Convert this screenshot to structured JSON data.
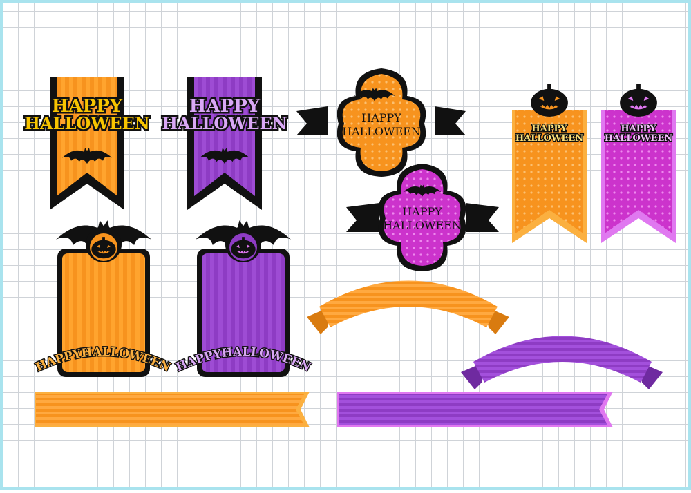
{
  "colors": {
    "orange": "#f7931e",
    "orange_light": "#fbb040",
    "purple": "#8e3cc4",
    "purple_light": "#c078f0",
    "magenta": "#cc33cc",
    "black": "#111111",
    "grid_border": "#a9e3ee"
  },
  "icons": [
    "bat-icon",
    "pumpkin-icon"
  ],
  "labels": {
    "happy": "HAPPY",
    "halloween": "HALLOWEEN",
    "happy_halloween_arc": "HAPPYHALLOWEEN"
  }
}
